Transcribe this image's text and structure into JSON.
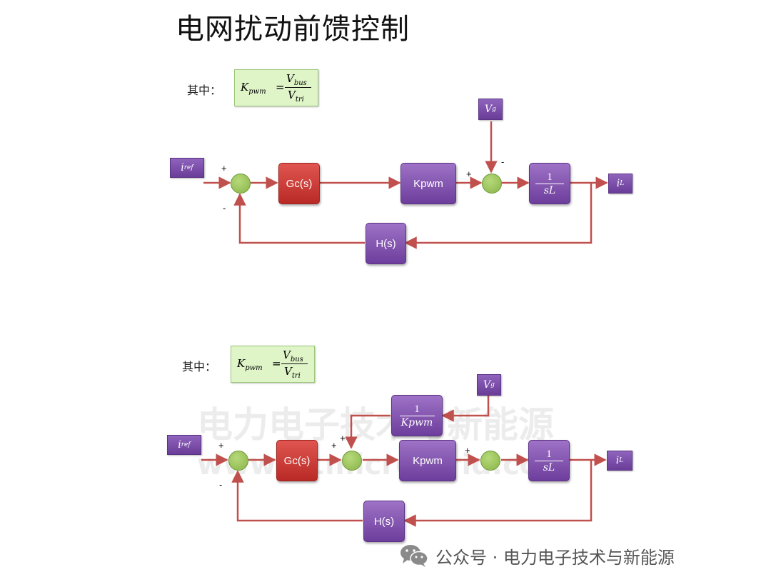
{
  "title": "电网扰动前馈控制",
  "watermark": {
    "line1": "电力电子技术与新能源",
    "line2": "www.21micro-grid.com"
  },
  "note_label": "其中：",
  "formula": {
    "lhs_main": "K",
    "lhs_sub": "pwm",
    "eq": "=",
    "num_main": "V",
    "num_sub": "bus",
    "den_main": "V",
    "den_sub": "tri"
  },
  "diagram1": {
    "input": {
      "main": "i",
      "sub": "ref"
    },
    "output": {
      "main": "i",
      "sub": "L"
    },
    "disturbance": {
      "main": "V",
      "sub": "g"
    },
    "gc": "Gc(s)",
    "kpwm": "Kpwm",
    "plant": {
      "num": "1",
      "den": "sL"
    },
    "feedback": "H(s)",
    "signs": {
      "s1_plus": "+",
      "s1_minus": "-",
      "s2_plus": "+",
      "s2_minus": "-"
    }
  },
  "diagram2": {
    "input": {
      "main": "i",
      "sub": "ref"
    },
    "output": {
      "main": "i",
      "sub": "L"
    },
    "disturbance": {
      "main": "V",
      "sub": "g"
    },
    "gc": "Gc(s)",
    "kpwm": "Kpwm",
    "plant": {
      "num": "1",
      "den": "sL"
    },
    "feedforward": {
      "num": "1",
      "den": "Kpwm"
    },
    "feedback": "H(s)",
    "signs": {
      "s1_plus": "+",
      "s1_minus": "-",
      "s2_plus_a": "+",
      "s2_plus_b": "+",
      "s3_plus": "+"
    }
  },
  "footer": {
    "text": "公众号 · 电力电子技术与新能源",
    "icon": "wechat-icon"
  },
  "colors": {
    "wire": "#c0504d",
    "gc": "#c0392b",
    "kpwm": "#7a4aa8",
    "summer": "#9bc35a",
    "formula_bg": "#dff5c8"
  }
}
